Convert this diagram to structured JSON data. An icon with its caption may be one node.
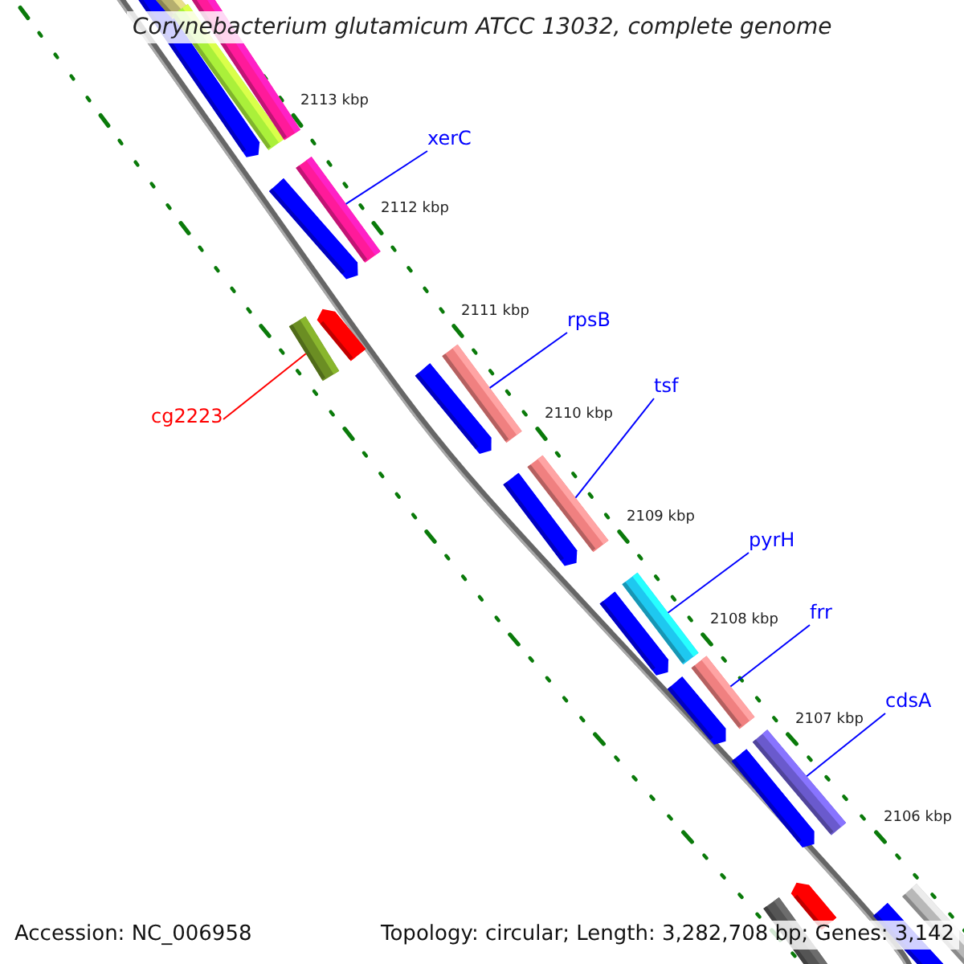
{
  "diagram": {
    "title": "Corynebacterium glutamicum ATCC 13032, complete genome",
    "nodes": [
      {
        "text": [
          "xerC"
        ]
      },
      {
        "text": [],
        "shape": "bar"
      },
      {
        "text": [
          "cg2223"
        ]
      },
      {
        "text": [],
        "shape": "bar"
      },
      {
        "text": [
          "rpsB"
        ]
      },
      {
        "text": [],
        "shape": "bar"
      },
      {
        "text": [
          "tsf"
        ]
      },
      {
        "text": [],
        "shape": "bar"
      },
      {
        "text": [
          "pyrH"
        ]
      },
      {
        "text": [],
        "shape": "bar"
      },
      {
        "text": [
          "frr"
        ]
      },
      {
        "text": [],
        "shape": "bar"
      },
      {
        "text": [
          "cdsA"
        ]
      },
      {
        "text": [],
        "shape": "bar"
      }
    ],
    "edges": [
      {
        "from": 0,
        "to": 1,
        "arrow": "none"
      },
      {
        "from": 2,
        "to": 3,
        "arrow": "none",
        "color": "#ff0000"
      },
      {
        "from": 4,
        "to": 5,
        "arrow": "none"
      },
      {
        "from": 6,
        "to": 7,
        "arrow": "none"
      },
      {
        "from": 8,
        "to": 9,
        "arrow": "none"
      },
      {
        "from": 10,
        "to": 11,
        "arrow": "none"
      },
      {
        "from": 12,
        "to": 13,
        "arrow": "none"
      }
    ],
    "labels": [
      "2113 kbp",
      "2112 kbp",
      "2111 kbp",
      "2110 kbp",
      "2109 kbp",
      "2108 kbp",
      "2107 kbp",
      "2106 kbp",
      "Accession: NC_006958",
      "Topology: circular; Length: 3,282,708 bp; Genes: 3,142"
    ]
  }
}
